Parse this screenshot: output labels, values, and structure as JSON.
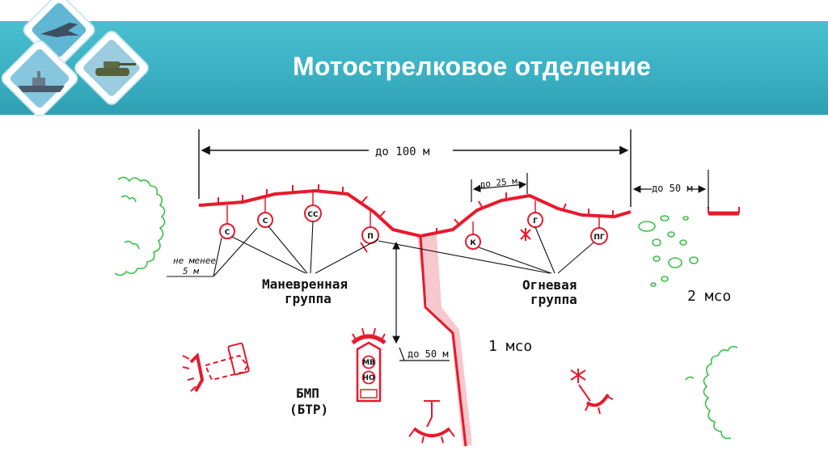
{
  "slide": {
    "title": "Мотострелковое отделение"
  },
  "colors": {
    "banner": "#3aafc2",
    "trench": "#e8192c",
    "vegetation": "#3cbf4a",
    "text": "#111111"
  },
  "logos": {
    "icons": [
      "fighter-jet-icon",
      "warship-icon",
      "tank-icon"
    ]
  },
  "diagram": {
    "distances": {
      "total": "до 100 м",
      "between_fire": "до 25 м",
      "to_neighbor": "до 50 м",
      "to_bmp": "до 50 м",
      "min_spacing_line1": "не менее",
      "min_spacing_line2": "5 м"
    },
    "groups": {
      "maneuver_line1": "Маневренная",
      "maneuver_line2": "группа",
      "fire_line1": "Огневая",
      "fire_line2": "группа"
    },
    "units": {
      "first_mso": "1 мсо",
      "second_mso": "2 мсо",
      "vehicle_line1": "БМП",
      "vehicle_line2": "(БТР)"
    },
    "positions": {
      "s1": "С",
      "s2": "С",
      "ss": "СС",
      "p": "П",
      "k": "К",
      "g": "Г",
      "pg": "ПГ",
      "mv": "МВ",
      "no": "НО"
    }
  }
}
